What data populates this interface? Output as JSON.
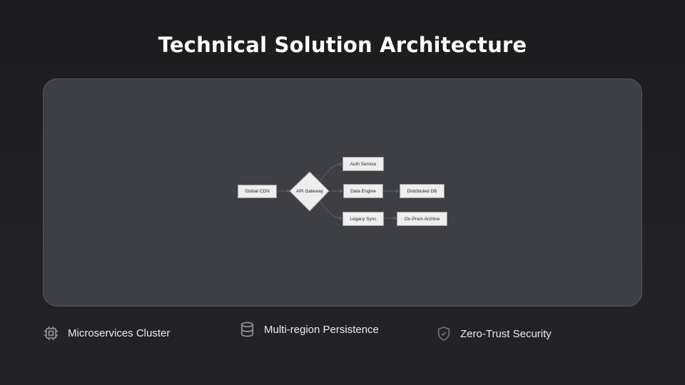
{
  "title": "Technical Solution Architecture",
  "diagram": {
    "nodes": {
      "cdn": "Global CDN",
      "gateway": "API Gateway",
      "auth": "Auth Service",
      "data_engine": "Data Engine",
      "distributed_db": "Distributed DB",
      "legacy_sync": "Legacy Sync",
      "archive": "On-Prem Archive"
    },
    "edges": [
      [
        "Global CDN",
        "API Gateway"
      ],
      [
        "API Gateway",
        "Auth Service"
      ],
      [
        "API Gateway",
        "Data Engine"
      ],
      [
        "API Gateway",
        "Legacy Sync"
      ],
      [
        "Data Engine",
        "Distributed DB"
      ],
      [
        "Legacy Sync",
        "On-Prem Archive"
      ]
    ]
  },
  "features": [
    {
      "icon": "cpu-chip-icon",
      "label": "Microservices Cluster"
    },
    {
      "icon": "database-icon",
      "label": "Multi-region Persistence"
    },
    {
      "icon": "shield-check-icon",
      "label": "Zero-Trust Security"
    }
  ],
  "colors": {
    "background": "#1c1c1e",
    "panel": "#3e3f44",
    "node_fill": "#eeeeee",
    "icon": "#8a8a90"
  }
}
